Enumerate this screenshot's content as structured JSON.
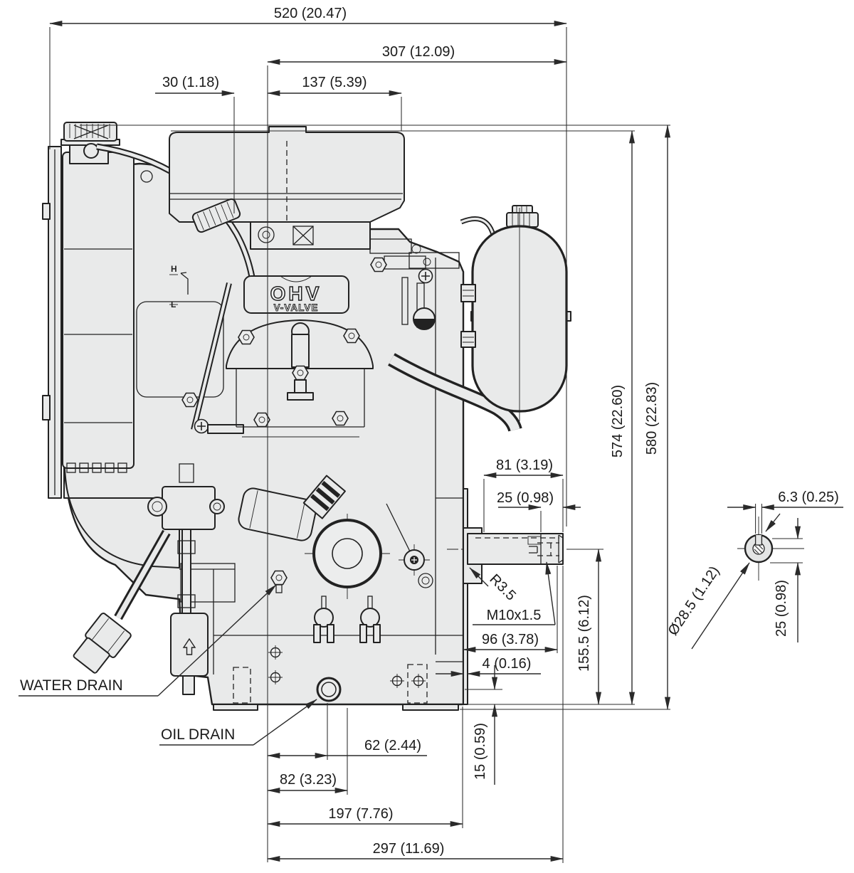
{
  "drawing": {
    "type": "engine-outline-dimension-diagram",
    "colors": {
      "line": "#222222",
      "fill": "#e9eaea",
      "background": "#ffffff"
    },
    "badge": {
      "top": "OHV",
      "bottom": "V-VALVE"
    },
    "marks": {
      "high": "H",
      "low": "L"
    },
    "labels": {
      "water_drain": "WATER DRAIN",
      "oil_drain": "OIL DRAIN"
    },
    "dims": {
      "d520": "520 (20.47)",
      "d307": "307 (12.09)",
      "d30": "30 (1.18)",
      "d137": "137 (5.39)",
      "d574": "574 (22.60)",
      "d580": "580 (22.83)",
      "d81": "81 (3.19)",
      "d25_shaft": "25 (0.98)",
      "r35": "R3.5",
      "m10": "M10x1.5",
      "d96": "96 (3.78)",
      "d4": "4 (0.16)",
      "d155": "155.5 (6.12)",
      "d15": "15 (0.59)",
      "d62": "62 (2.44)",
      "d82": "82 (3.23)",
      "d197": "197 (7.76)",
      "d297": "297 (11.69)",
      "d63": "6.3 (0.25)",
      "d285": "Ø28.5 (1.12)",
      "d25_end": "25 (0.98)"
    }
  }
}
